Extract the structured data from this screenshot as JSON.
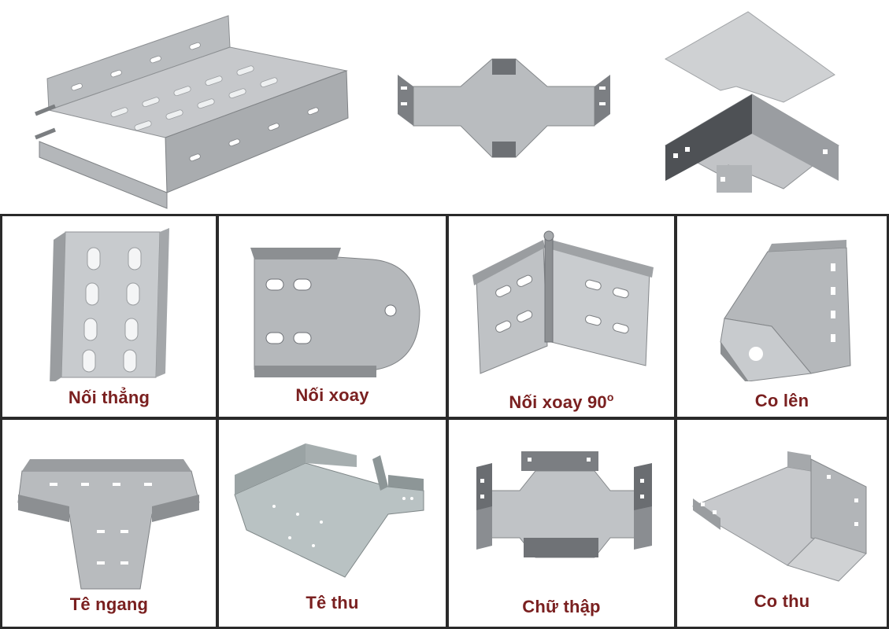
{
  "top_products": [
    {
      "name": "cable-tray-ladder"
    },
    {
      "name": "cross-fitting"
    },
    {
      "name": "elbow-with-cover"
    }
  ],
  "accessories": [
    {
      "label": "Nối thẳng"
    },
    {
      "label": "Nối xoay"
    },
    {
      "label": "Nối xoay 90",
      "label_sup": "o"
    },
    {
      "label": "Co lên"
    },
    {
      "label": "Tê ngang"
    },
    {
      "label": "Tê thu"
    },
    {
      "label": "Chữ thập"
    },
    {
      "label": "Co thu"
    }
  ],
  "colors": {
    "label_text": "#7a2020",
    "grid_border": "#2a2a2a",
    "steel_light": "#c9cbcd",
    "steel_mid": "#a8abae",
    "steel_dark": "#6e7176"
  }
}
